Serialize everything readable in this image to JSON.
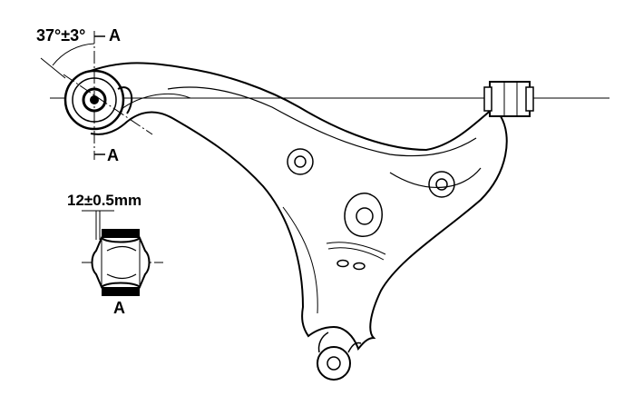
{
  "labels": {
    "angle_spec": "37°±3°",
    "section_top": "A",
    "section_mid": "A",
    "bushing_spec": "12±0.5mm",
    "section_bottom": "A"
  },
  "colors": {
    "line": "#000000",
    "background": "#ffffff"
  }
}
